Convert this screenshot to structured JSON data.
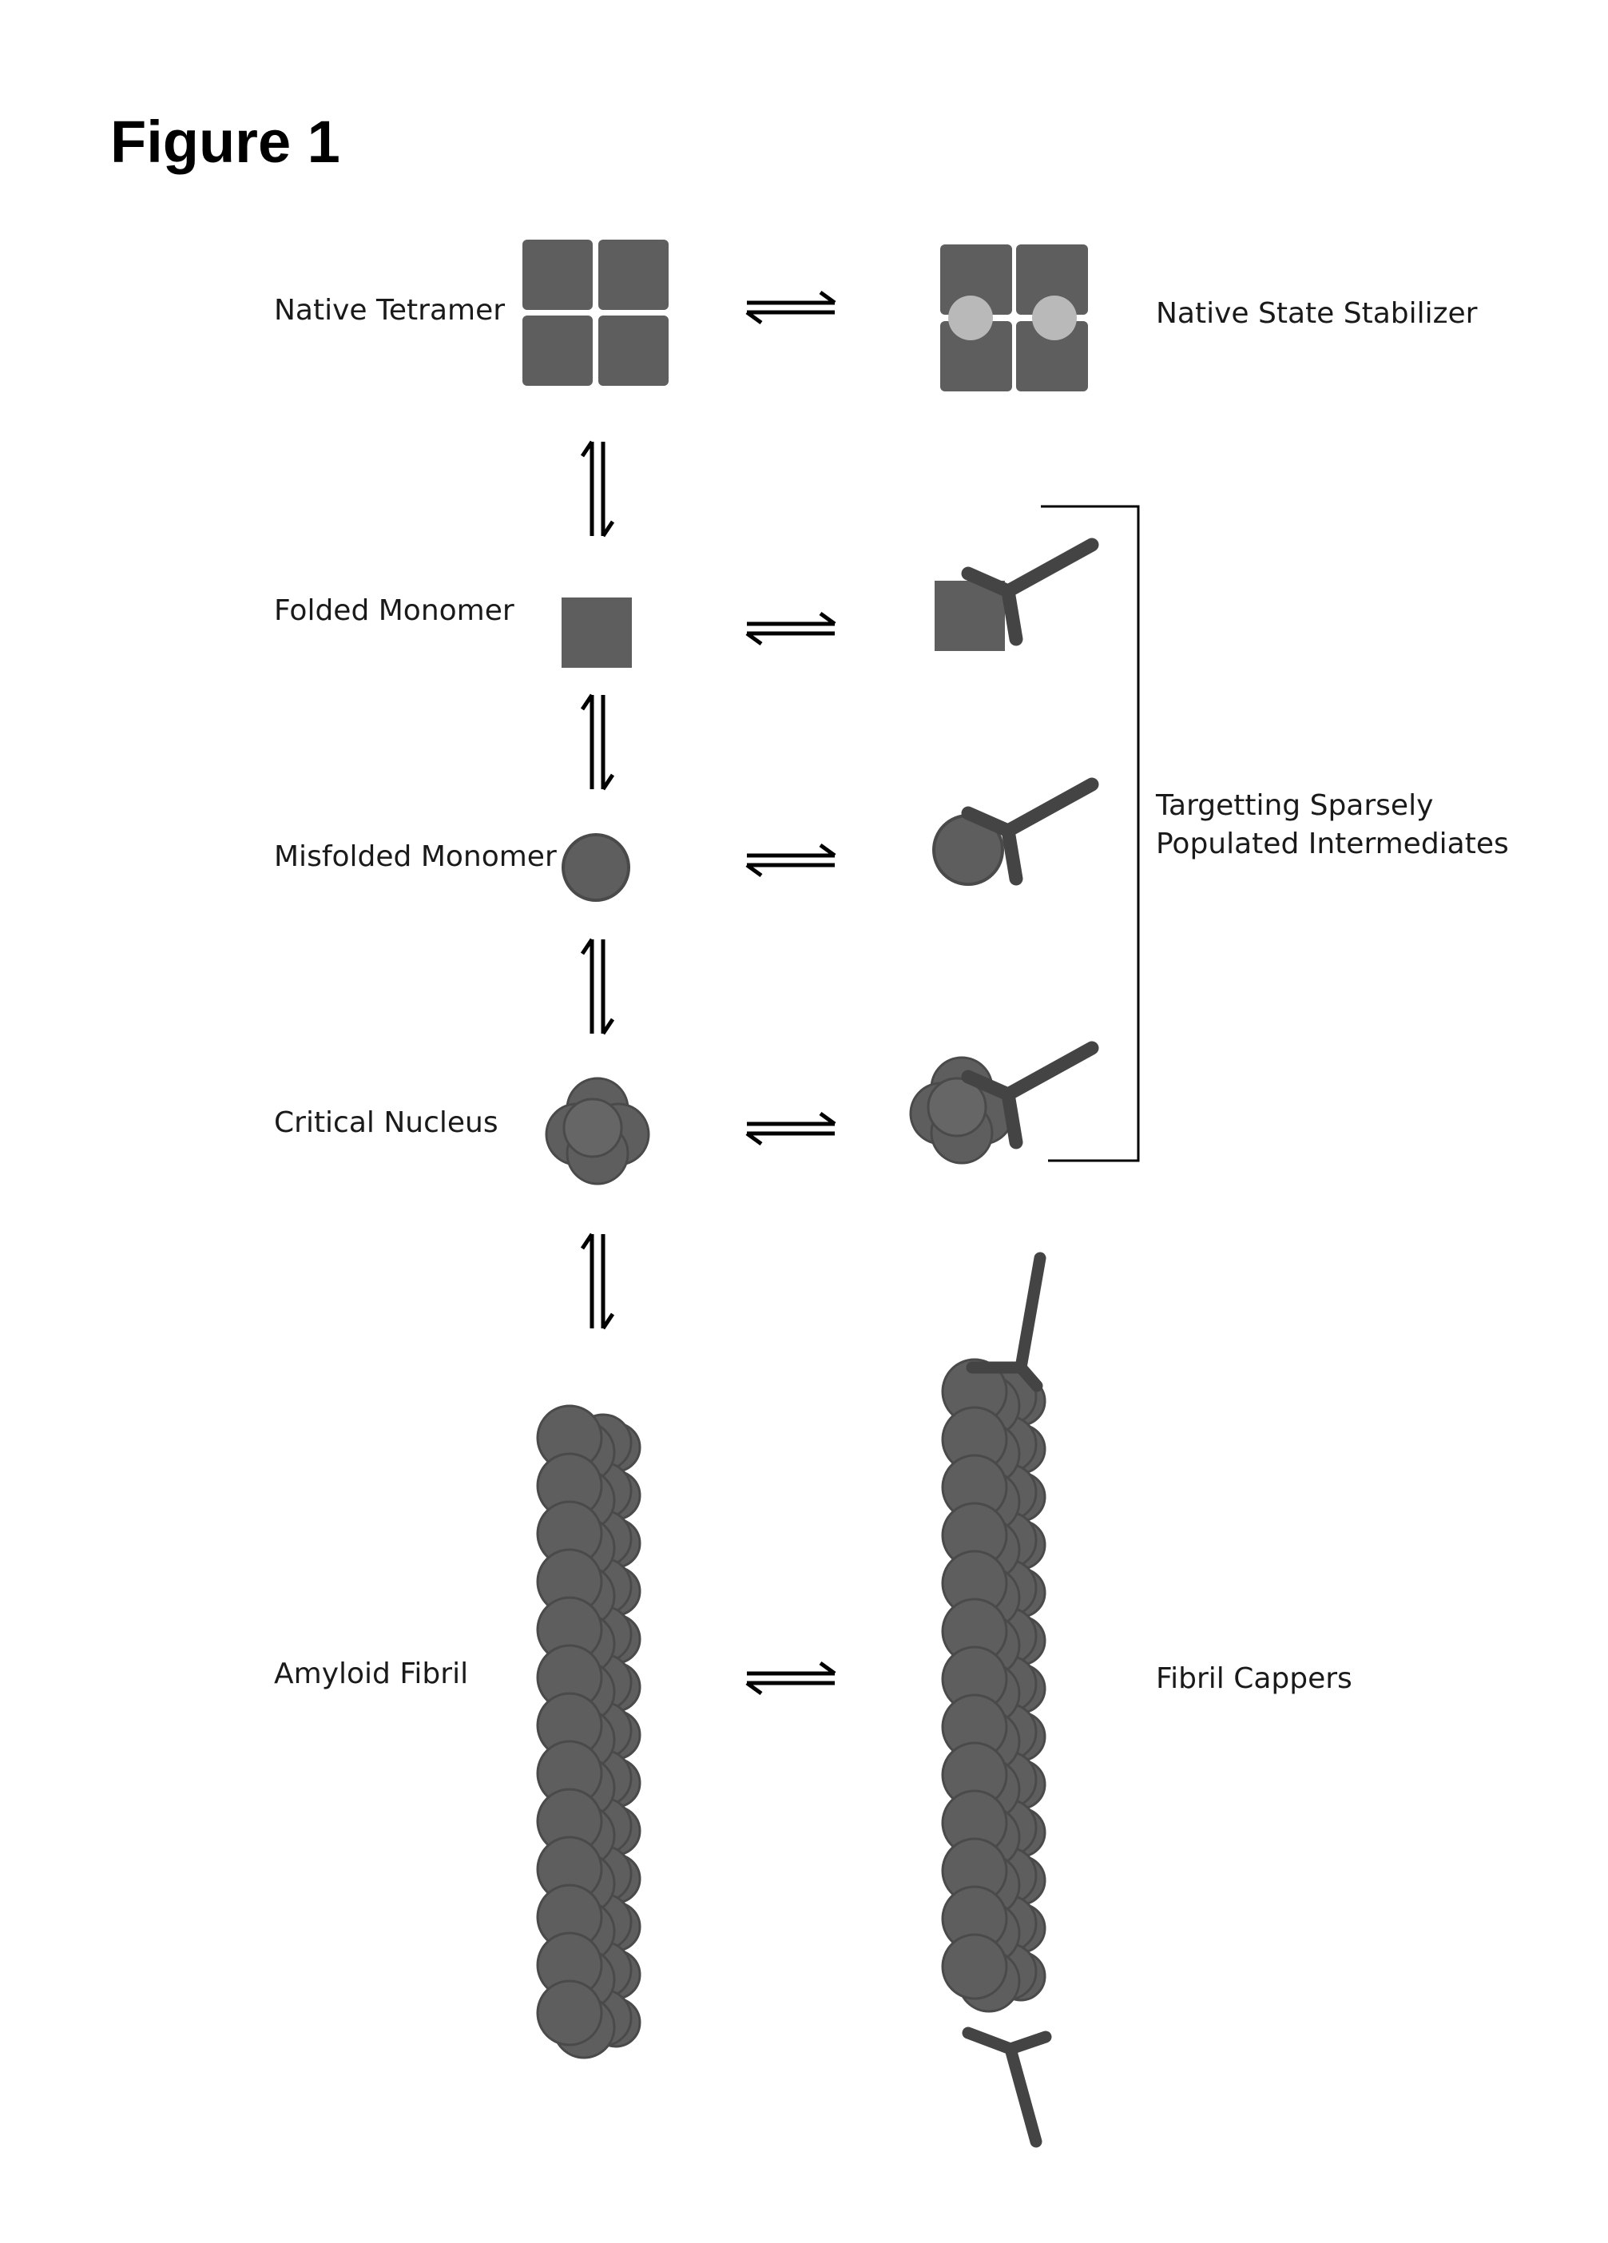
{
  "figure": {
    "title": "Figure 1"
  },
  "labels": {
    "native_tetramer": "Native Tetramer",
    "native_state_stabilizer": "Native State Stabilizer",
    "folded_monomer": "Folded Monomer",
    "misfolded_monomer": "Misfolded Monomer",
    "critical_nucleus": "Critical Nucleus",
    "targetting_line1": "Targetting Sparsely",
    "targetting_line2": "Populated Intermediates",
    "amyloid_fibril": "Amyloid Fibril",
    "fibril_cappers": "Fibril Cappers"
  },
  "colors": {
    "protein": "#5e5e5e",
    "protein_outline": "#4a4a4a",
    "ligand": "#444444",
    "stabilizer": "#b9b9b9",
    "line": "#000000"
  }
}
